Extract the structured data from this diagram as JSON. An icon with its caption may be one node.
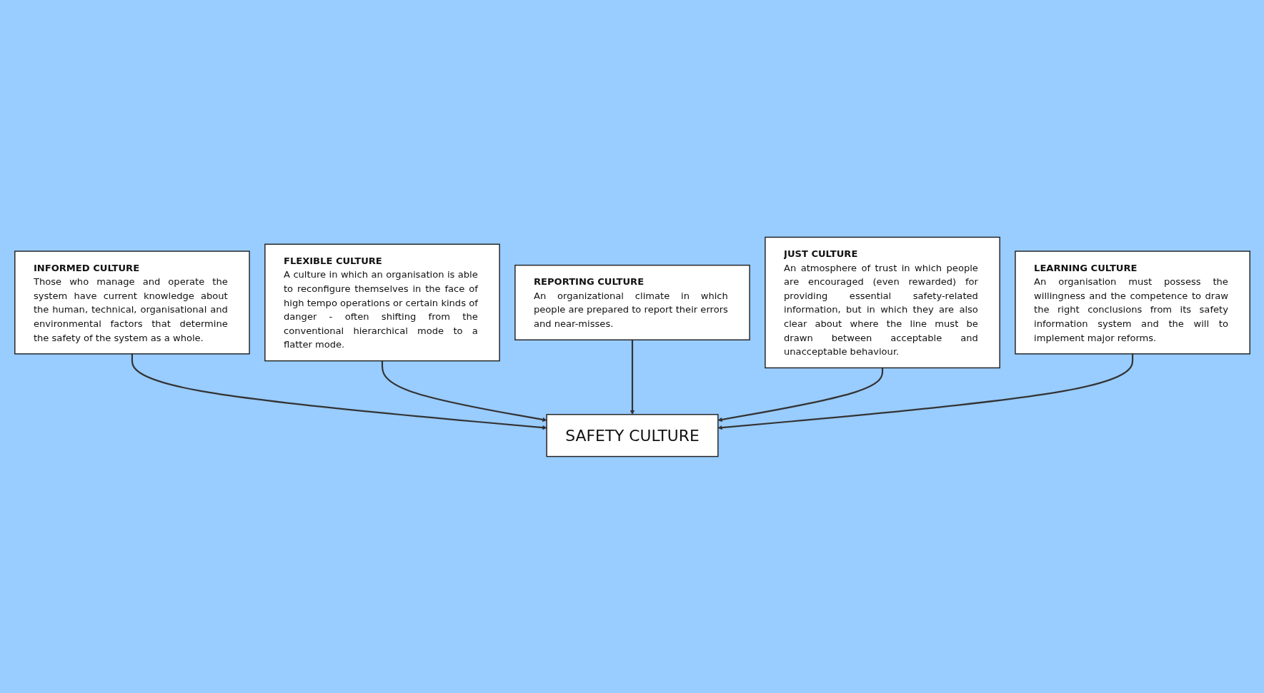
{
  "diagram": {
    "nodes": [
      {
        "text": [
          "INFORMED CULTURE",
          "Those who manage and operate the system have current knowledge about the human, technical, organisational and environmental factors that determine the safety of the system as a whole."
        ]
      },
      {
        "text": [
          "FLEXIBLE CULTURE",
          "A culture in which an organisation is able to reconfigure themselves in the face of high tempo operations or certain kinds of danger - often shifting from the conventional hierarchical mode to a flatter mode."
        ]
      },
      {
        "text": [
          "REPORTING CULTURE",
          "An organizational climate in which people are prepared to report their errors and near-misses."
        ]
      },
      {
        "text": [
          "SAFETY CULTURE"
        ]
      },
      {
        "text": [
          "JUST CULTURE",
          "An atmosphere of trust in which people are encouraged (even rewarded) for providing essential safety-related information, but in which they are also clear about where the line must be drawn between acceptable and unacceptable behaviour."
        ]
      },
      {
        "text": [
          "LEARNING CULTURE",
          "An organisation must possess the willingness and the competence to draw the right conclusions from its safety information system and the will to implement major reforms."
        ]
      }
    ],
    "edges": [
      {
        "from": 0,
        "to": 3,
        "arrow": "to"
      },
      {
        "from": 1,
        "to": 3,
        "arrow": "to"
      },
      {
        "from": 2,
        "to": 3,
        "arrow": "to"
      },
      {
        "from": 4,
        "to": 3,
        "arrow": "to"
      },
      {
        "from": 5,
        "to": 3,
        "arrow": "to"
      }
    ]
  }
}
